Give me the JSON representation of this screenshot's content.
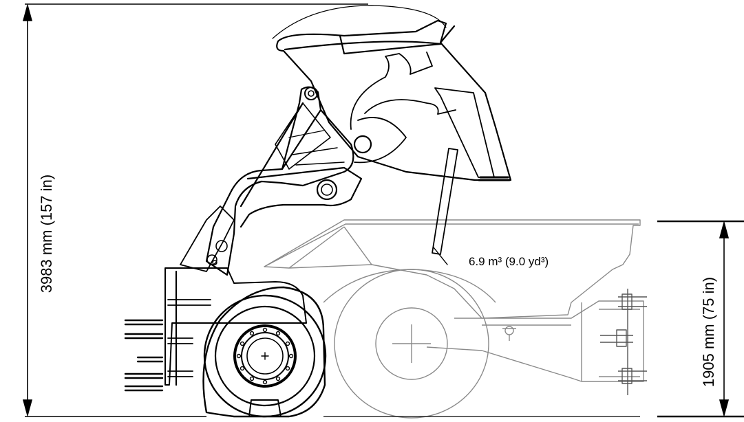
{
  "dimensions": {
    "overall_height": "3983 mm (157 in)",
    "truck_height": "1905 mm (75 in)"
  },
  "capacity": {
    "bucket": "6.9 m³ (9.0 yd³)"
  },
  "colors": {
    "loader_line": "#000000",
    "truck_line": "#8a8a8a",
    "background": "#ffffff"
  }
}
